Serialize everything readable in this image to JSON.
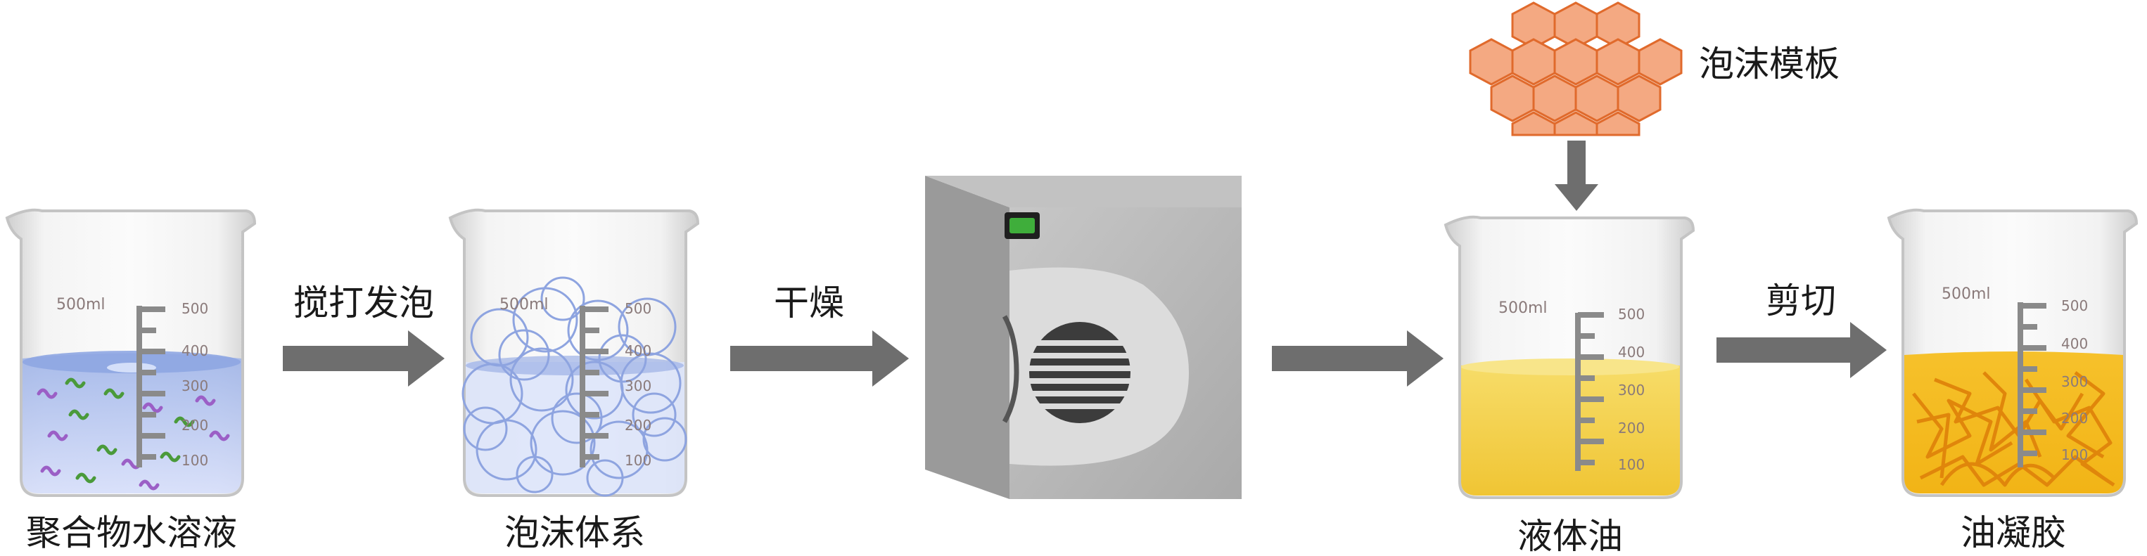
{
  "labels": {
    "polymer_solution": "聚合物水溶液",
    "foam_system": "泡沫体系",
    "liquid_oil": "液体油",
    "oleogel": "油凝胶",
    "foam_template": "泡沫模板"
  },
  "steps": {
    "whip": "搅打发泡",
    "dry": "干燥",
    "cut": "剪切"
  },
  "beaker": {
    "capacity": "500ml",
    "ticks": [
      "500",
      "400",
      "300",
      "200",
      "100"
    ]
  },
  "colors": {
    "glass": "#d9d9d9",
    "water": "#b9c8ee",
    "oil": "#f2cf45",
    "gel_fiber": "#e0860b",
    "oven": "#b3b3b3",
    "honeycomb": "#f4a982",
    "arrow": "#6e6e6e"
  }
}
